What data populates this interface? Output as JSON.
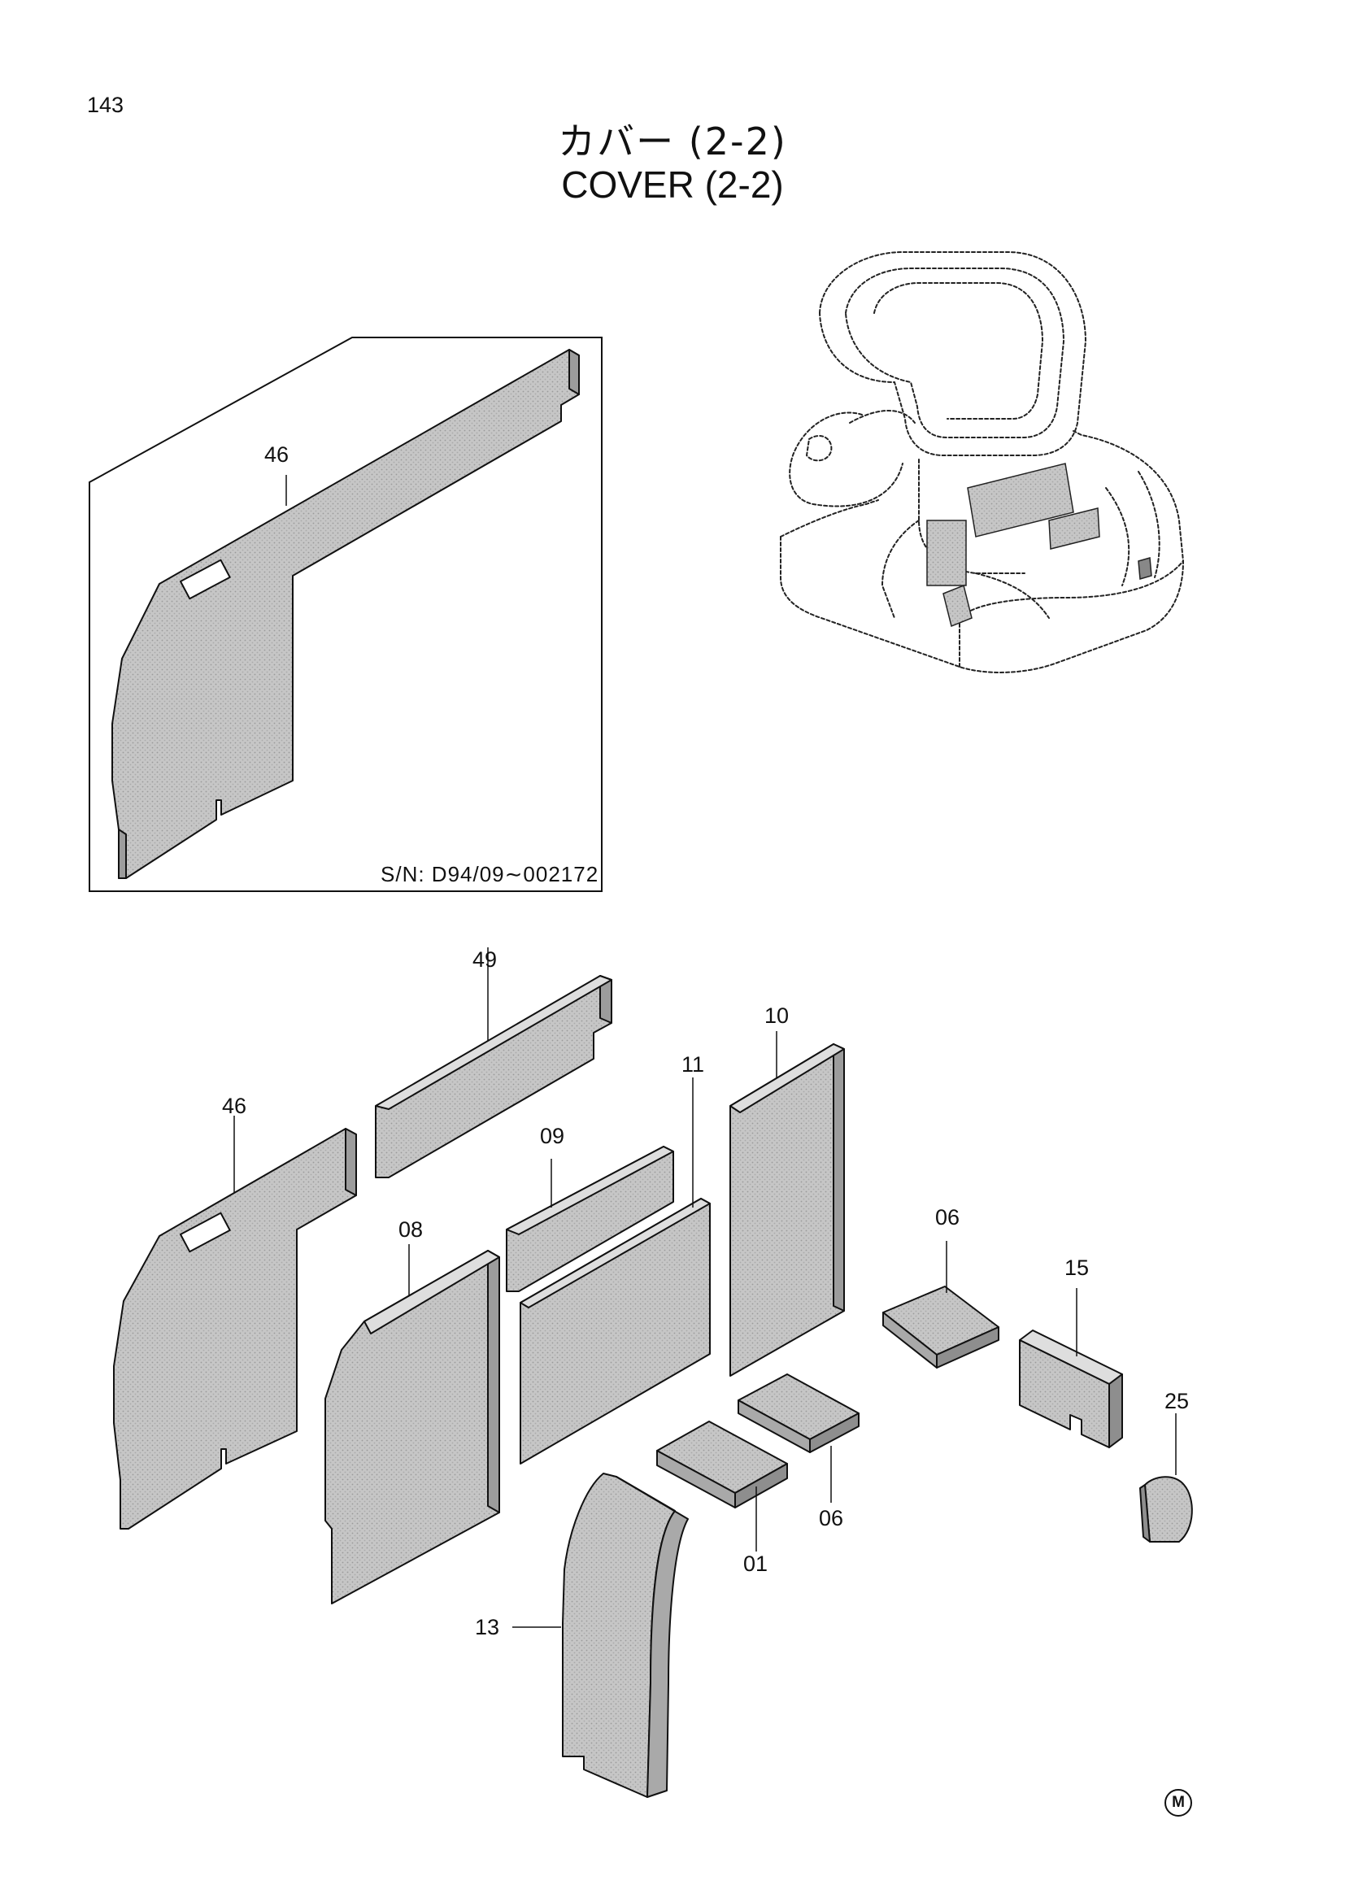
{
  "header": {
    "page_number": "143",
    "title_ja": "カバー (2-2)",
    "title_en": "COVER (2-2)"
  },
  "inset": {
    "callout": "46",
    "serial": "S/N: D94/09∼002172"
  },
  "callouts": {
    "p49": "49",
    "p46": "46",
    "p10": "10",
    "p11": "11",
    "p09": "09",
    "p08": "08",
    "p06a": "06",
    "p15": "15",
    "p25": "25",
    "p06b": "06",
    "p01": "01",
    "p13": "13"
  },
  "footer": {
    "mark": "M"
  },
  "colors": {
    "fill": "#c8c8c8",
    "fill_dark": "#a9a9a9",
    "fill_light": "#dedede",
    "stroke": "#111111"
  }
}
